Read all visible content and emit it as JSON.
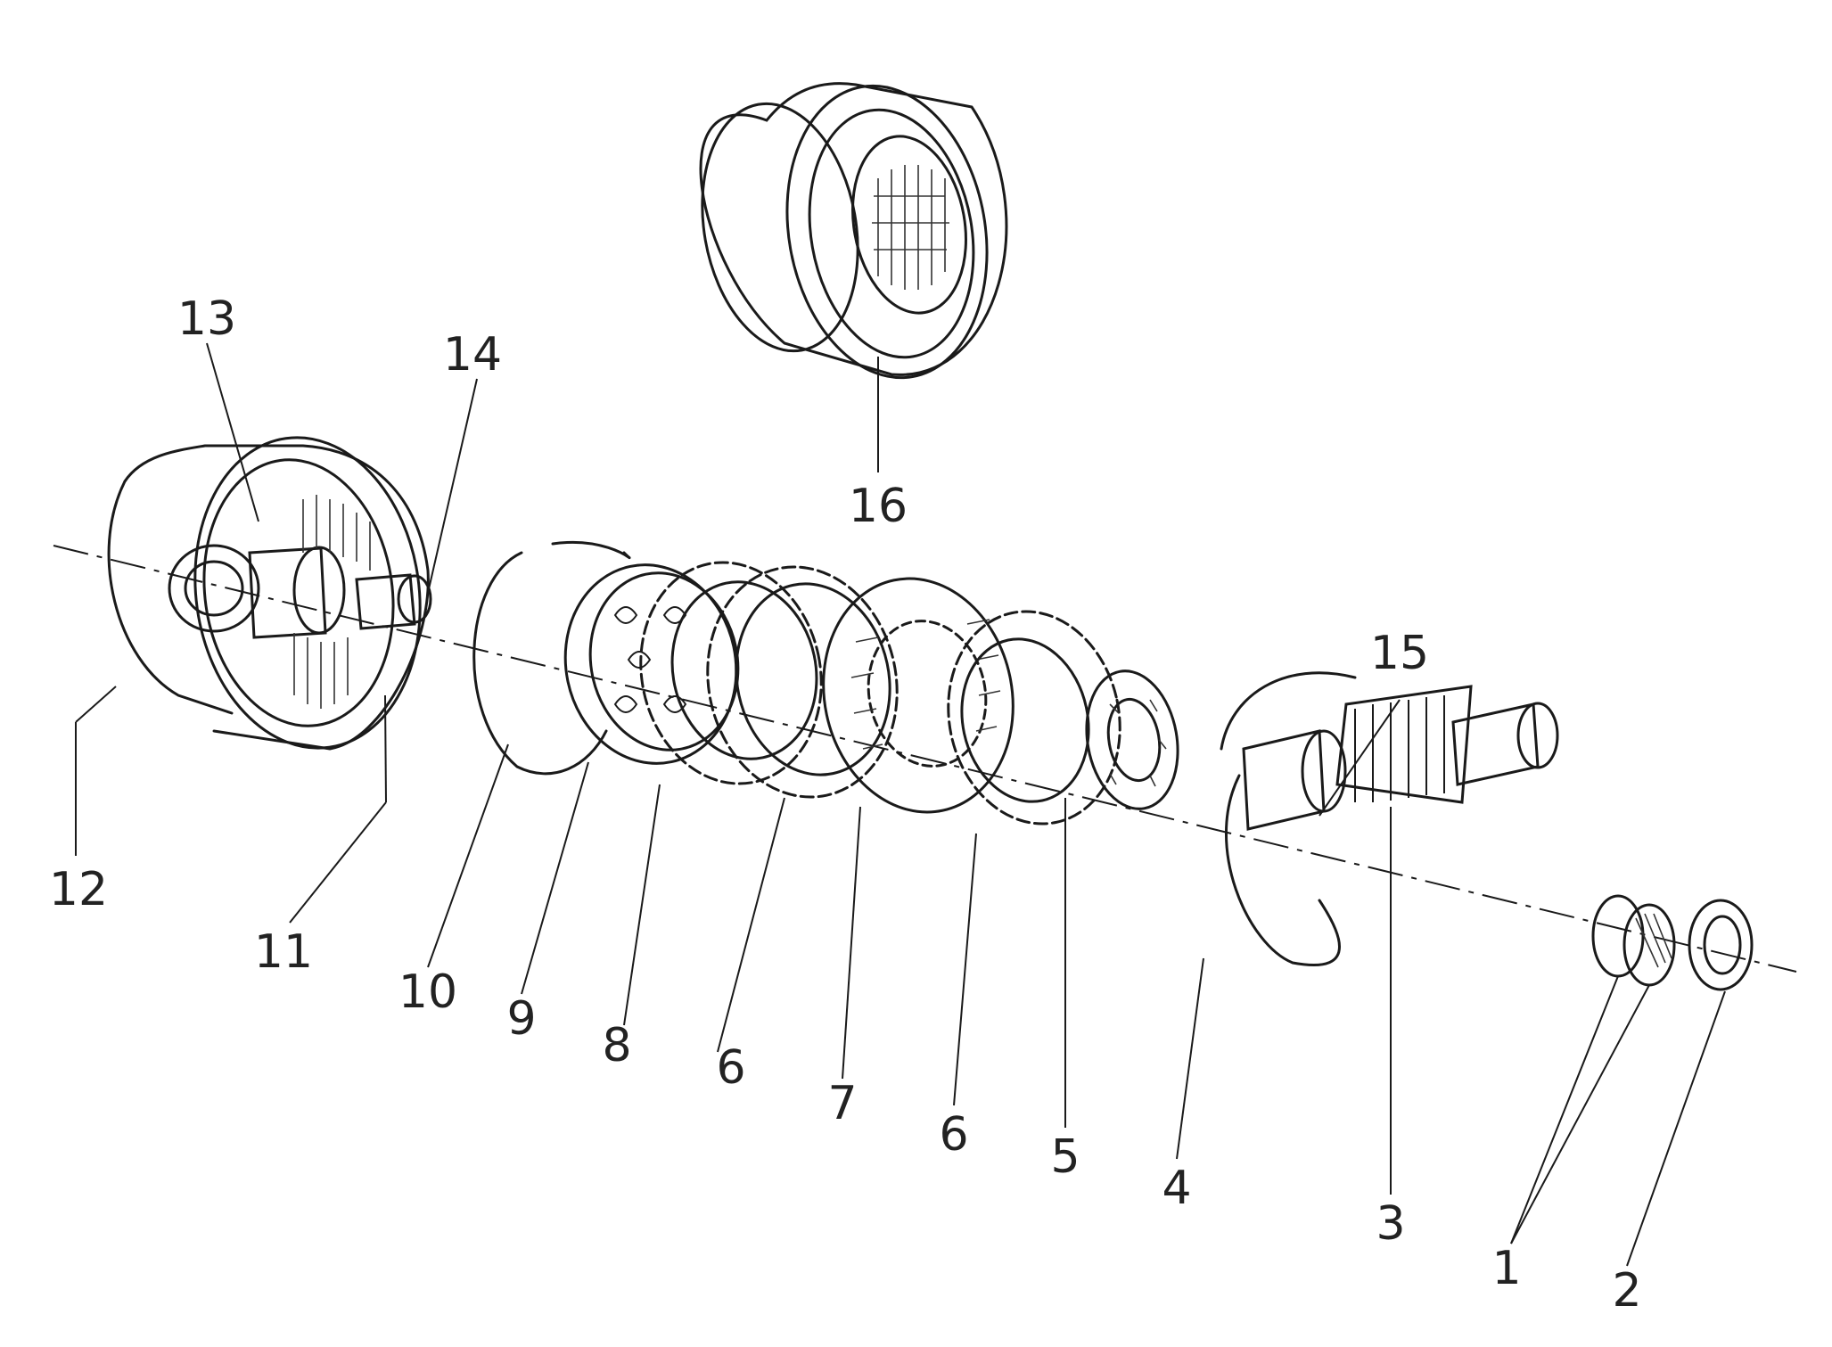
{
  "diagram": {
    "type": "exploded-parts-drawing",
    "ink_color": "#1a1a1a",
    "background": "#ffffff",
    "callouts": [
      {
        "id": "c1",
        "label": "1"
      },
      {
        "id": "c2",
        "label": "2"
      },
      {
        "id": "c3",
        "label": "3"
      },
      {
        "id": "c4",
        "label": "4"
      },
      {
        "id": "c5",
        "label": "5"
      },
      {
        "id": "c6a",
        "label": "6"
      },
      {
        "id": "c6b",
        "label": "6"
      },
      {
        "id": "c7",
        "label": "7"
      },
      {
        "id": "c8",
        "label": "8"
      },
      {
        "id": "c9",
        "label": "9"
      },
      {
        "id": "c10",
        "label": "10"
      },
      {
        "id": "c11",
        "label": "11"
      },
      {
        "id": "c12",
        "label": "12"
      },
      {
        "id": "c13",
        "label": "13"
      },
      {
        "id": "c14",
        "label": "14"
      },
      {
        "id": "c15",
        "label": "15"
      },
      {
        "id": "c16",
        "label": "16"
      }
    ]
  }
}
